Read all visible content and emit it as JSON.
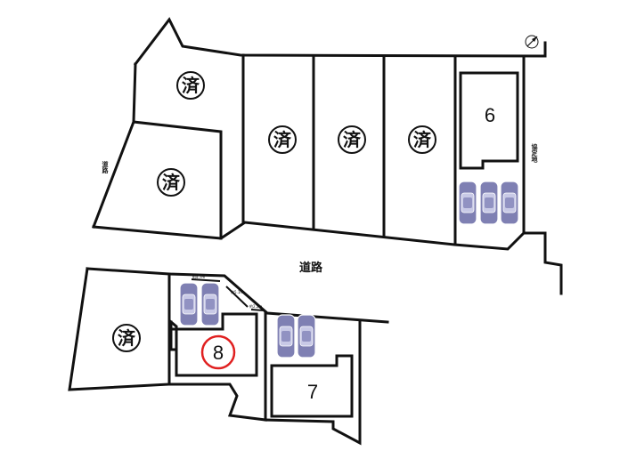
{
  "colors": {
    "line": "#111111",
    "car": "#7f80b3",
    "highlight": "#e02020"
  },
  "sold_label": "済",
  "lots": {
    "lot6": "6",
    "lot7": "7",
    "lot8": "8"
  },
  "roads": {
    "main": "道路",
    "left": "道路",
    "agreement": "協定地"
  },
  "dimensions": {
    "d1": "約4.7m",
    "d2": "約5.1m",
    "d3": "約2.2m"
  },
  "icons": {
    "north": "north-arrow-icon",
    "car": "car-icon"
  }
}
